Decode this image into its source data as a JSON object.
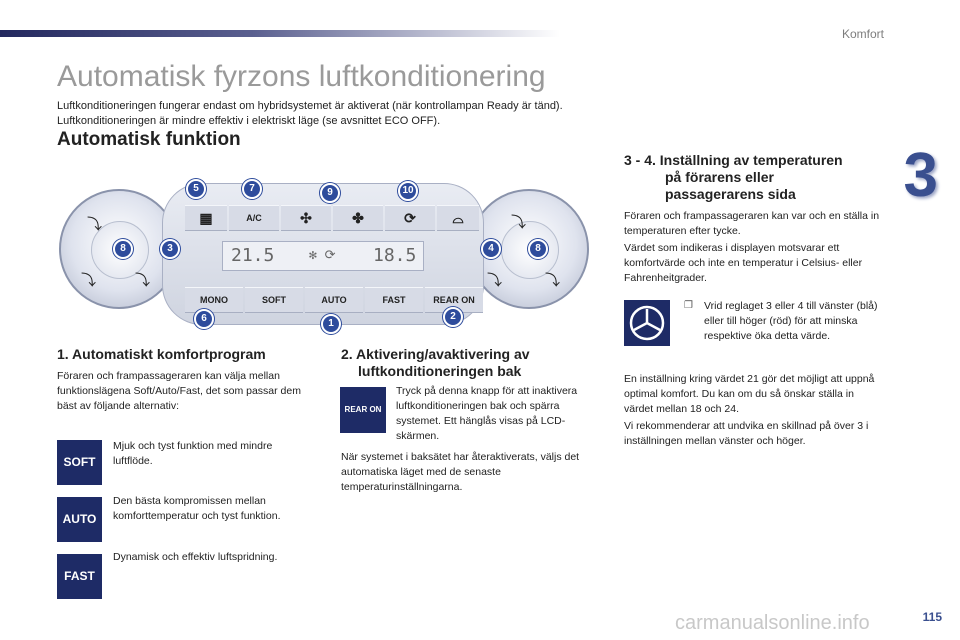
{
  "header": {
    "section": "Komfort",
    "chapter": "3"
  },
  "title": "Automatisk fyrzons luftkonditionering",
  "intro": [
    "Luftkonditioneringen fungerar endast om hybridsystemet är aktiverat (när kontrollampan Ready är tänd).",
    "Luftkonditioneringen är mindre effektiv i elektriskt läge (se avsnittet ECO OFF)."
  ],
  "subtitle": "Automatisk funktion",
  "panel": {
    "buttons_top": [
      "A/C"
    ],
    "buttons_bottom": [
      "MONO",
      "SOFT",
      "AUTO",
      "FAST",
      "REAR ON"
    ],
    "display": {
      "temp_left": "21.5",
      "temp_right": "18.5"
    },
    "badges": [
      "5",
      "7",
      "9",
      "10",
      "8",
      "3",
      "4",
      "8",
      "6",
      "1",
      "2"
    ]
  },
  "col1": {
    "heading": "1. Automatiskt komfortprogram",
    "text": "Föraren och frampassageraren kan välja mellan funktionslägena Soft/Auto/Fast, det som passar dem bäst av följande alternativ:",
    "modes": [
      {
        "label": "SOFT",
        "text": "Mjuk och tyst funktion med mindre luftflöde."
      },
      {
        "label": "AUTO",
        "text": "Den bästa kompromissen mellan komforttemperatur och tyst funktion."
      },
      {
        "label": "FAST",
        "text": "Dynamisk och effektiv luftspridning."
      }
    ]
  },
  "col2": {
    "heading_line1": "2. Aktivering/avaktivering av",
    "heading_line2": "luftkonditioneringen bak",
    "button_label": "REAR ON",
    "text_short": "Tryck på denna knapp för att inaktivera luftkonditioneringen bak och spärra systemet. Ett hänglås visas på LCD-skärmen.",
    "text_long": "När systemet i baksätet har återaktiverats, väljs det automatiska läget med de senaste temperaturinställningarna."
  },
  "col3": {
    "heading_line1": "3 - 4. Inställning av temperaturen",
    "heading_line2": "på förarens eller",
    "heading_line3": "passagerarens sida",
    "text1": "Föraren och frampassageraren kan var och en ställa in temperaturen efter tycke.",
    "text2": "Värdet som indikeras i displayen motsvarar ett komfortvärde och inte en temperatur i Celsius- eller Fahrenheitgrader.",
    "bullet": "Vrid reglaget 3 eller 4 till vänster (blå) eller till höger (röd) för att minska respektive öka detta värde.",
    "text3": "En inställning kring värdet 21 gör det möjligt att uppnå optimal komfort. Du kan om du så önskar ställa in värdet mellan 18 och 24.",
    "text4": "Vi rekommenderar att undvika en skillnad på över 3 i inställningen mellan vänster och höger."
  },
  "footer": {
    "page": "115",
    "watermark": "carmanualsonline.info"
  }
}
